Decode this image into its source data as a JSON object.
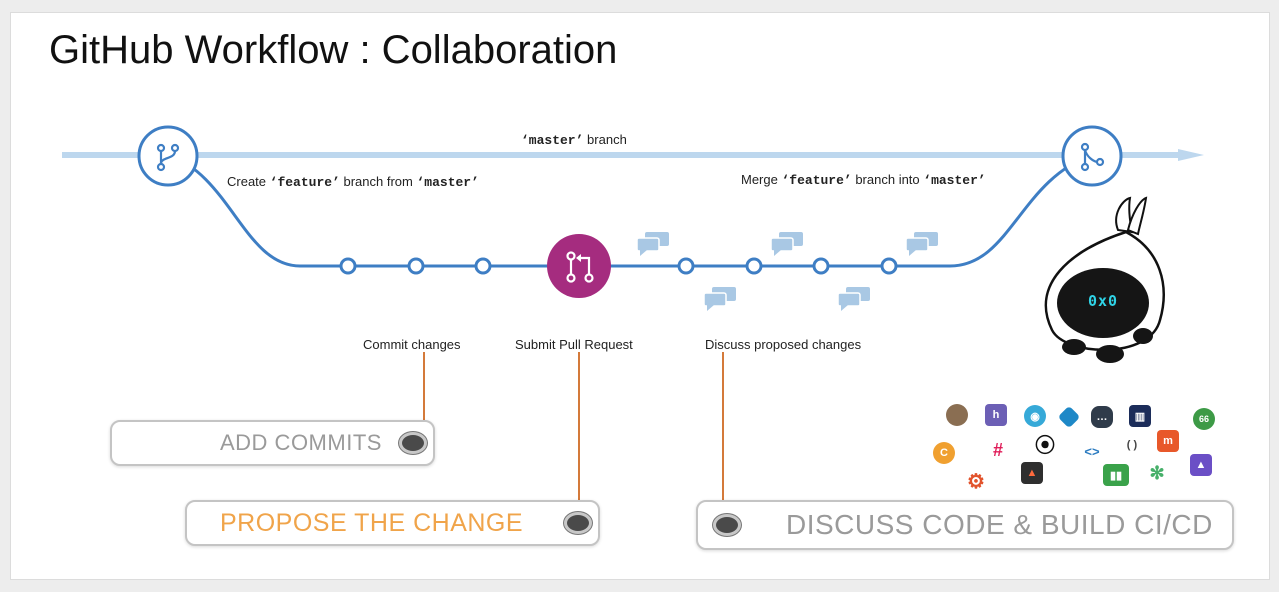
{
  "slide": {
    "title": "GitHub Workflow : Collaboration"
  },
  "branches": {
    "master_code": "‘master’",
    "master_word": "branch",
    "create_prefix": "Create",
    "create_feature": "‘feature’",
    "create_mid": "branch from",
    "create_master": "‘master’",
    "merge_prefix": "Merge",
    "merge_feature": "‘feature’",
    "merge_mid": "branch into",
    "merge_master": "‘master’"
  },
  "steps": {
    "commit_label": "Commit changes",
    "pr_label": "Submit Pull Request",
    "discuss_label": "Discuss proposed changes"
  },
  "buttons": {
    "add_commits": "ADD COMMITS",
    "propose_change": "PROPOSE THE CHANGE",
    "discuss_build": "DISCUSS CODE & BUILD CI/CD"
  },
  "mascot": {
    "face": "0x0"
  },
  "colors": {
    "master_line": "#bdd7ee",
    "feature_line": "#3e7ec4",
    "pull_request": "#a52c7f",
    "connector": "#d47a3a",
    "propose_text": "#f0a44a",
    "comment_bubble": "#a9c8e4"
  },
  "icons": {
    "branch_start": "git-branch-icon",
    "branch_merge": "git-merge-icon",
    "pull_request": "git-pull-request-icon",
    "comment": "comment-bubbles-icon"
  },
  "tools": [
    {
      "name": "tool-logo-1"
    },
    {
      "name": "heroku-icon"
    },
    {
      "name": "tool-logo-3"
    },
    {
      "name": "tool-logo-4"
    },
    {
      "name": "chat-icon"
    },
    {
      "name": "tool-logo-6"
    },
    {
      "name": "cloud66-icon"
    },
    {
      "name": "tool-logo-8"
    },
    {
      "name": "slack-icon"
    },
    {
      "name": "circleci-icon"
    },
    {
      "name": "code-icon"
    },
    {
      "name": "tool-logo-12"
    },
    {
      "name": "tool-logo-13"
    },
    {
      "name": "gear-icon"
    },
    {
      "name": "tool-logo-15"
    },
    {
      "name": "tool-logo-16"
    },
    {
      "name": "tool-logo-17"
    },
    {
      "name": "rocket-icon"
    }
  ]
}
